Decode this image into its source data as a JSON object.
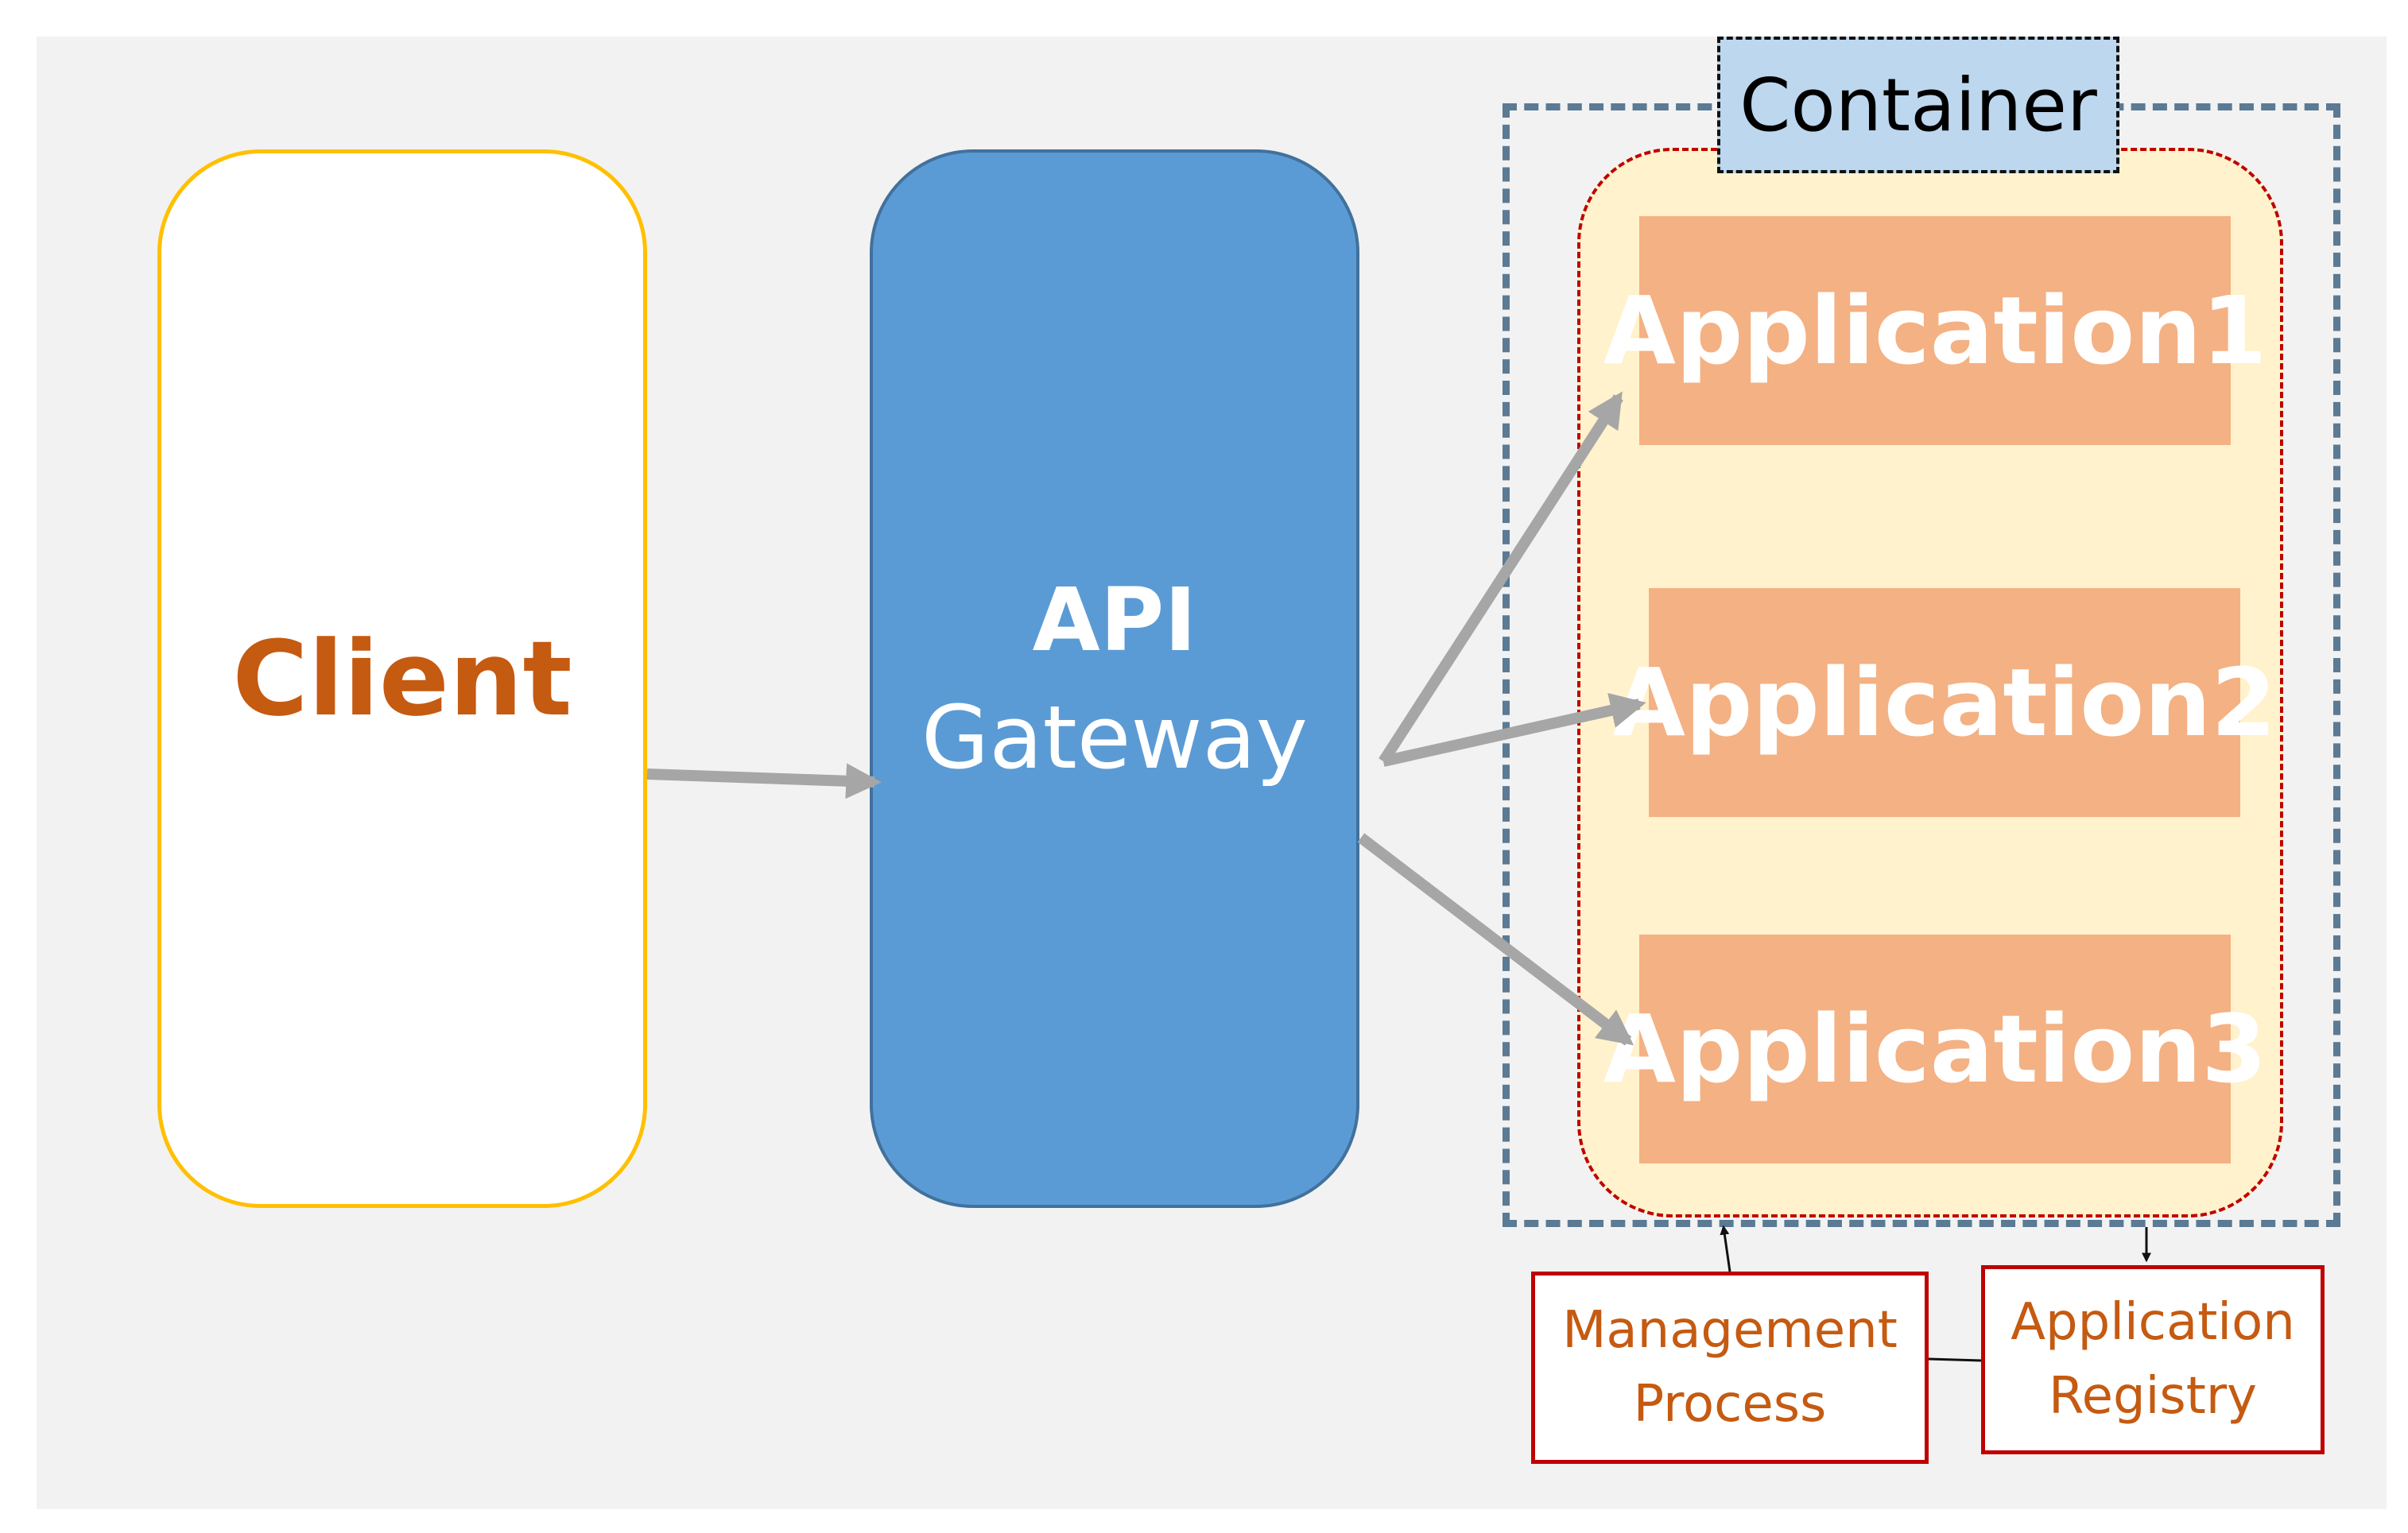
{
  "nodes": {
    "client": "Client",
    "gateway": {
      "line1": "API",
      "line2": "Gateway"
    },
    "container": "Container",
    "applications": [
      "Application1",
      "Application2",
      "Application3"
    ],
    "management": {
      "line1": "Management",
      "line2": "Process"
    },
    "registry": {
      "line1": "Application",
      "line2": "Registry"
    }
  },
  "colors": {
    "background": "#f2f2f2",
    "client_border": "#ffc000",
    "client_text": "#c55a11",
    "gateway_fill": "#5b9bd5",
    "container_label_fill": "#bdd7ee",
    "container_inner_fill": "#fff2cc",
    "container_inner_border": "#c00000",
    "container_outer_border": "#5b7a94",
    "application_fill": "#f4b183",
    "side_box_border": "#c00000",
    "arrow": "#a6a6a6"
  }
}
